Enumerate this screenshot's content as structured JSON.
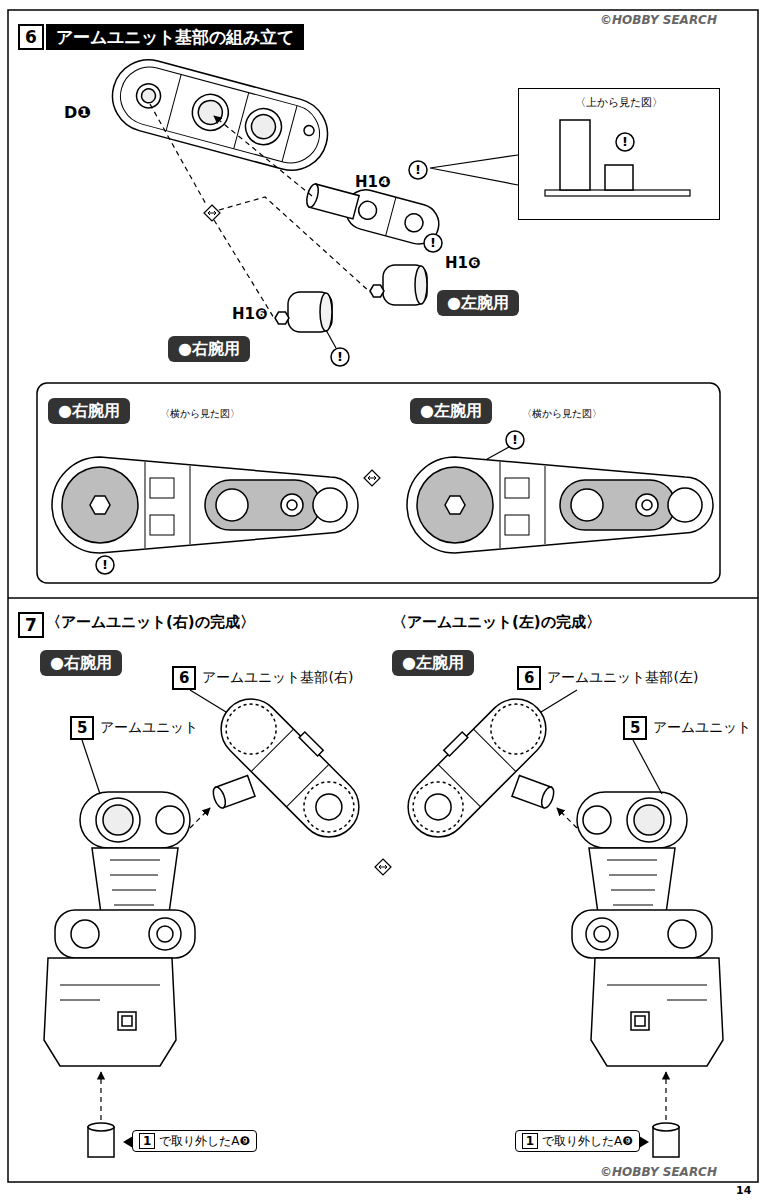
{
  "diagram": {
    "nodes": [
      {
        "text": [
          "6"
        ]
      },
      {
        "text": [
          "アームユニット基部の組み立て"
        ]
      },
      {
        "text": [
          "〈上から見た図〉"
        ]
      },
      {
        "text": [
          "●左腕用"
        ]
      },
      {
        "text": [
          "●右腕用"
        ]
      },
      {
        "text": [
          "●右腕用"
        ]
      },
      {
        "text": [
          "●左腕用"
        ]
      },
      {
        "text": [
          "7"
        ]
      },
      {
        "text": [
          "●右腕用"
        ]
      },
      {
        "text": [
          "●左腕用"
        ]
      },
      {
        "text": [
          "6",
          "アームユニット基部(右)"
        ]
      },
      {
        "text": [
          "5",
          "アームユニット"
        ]
      },
      {
        "text": [
          "6",
          "アームユニット基部(左)"
        ]
      },
      {
        "text": [
          "5",
          "アームユニット"
        ]
      },
      {
        "text": [
          "で取り外したA❾"
        ]
      },
      {
        "text": [
          "1"
        ],
        "in": 14
      },
      {
        "text": [
          "で取り外したA❾"
        ]
      },
      {
        "text": [
          "1"
        ],
        "in": 16
      }
    ],
    "labels": [
      "D❶",
      "H1❹",
      "!",
      "!",
      "H1❻",
      "!",
      "H1❻",
      "!",
      "〈横から見た図〉",
      "!",
      "〈横から見た図〉",
      "!",
      "〈アームユニット(右)の完成〉",
      "〈アームユニット(左)の完成〉",
      "©HOBBY SEARCH",
      "©HOBBY SEARCH",
      "14"
    ]
  }
}
